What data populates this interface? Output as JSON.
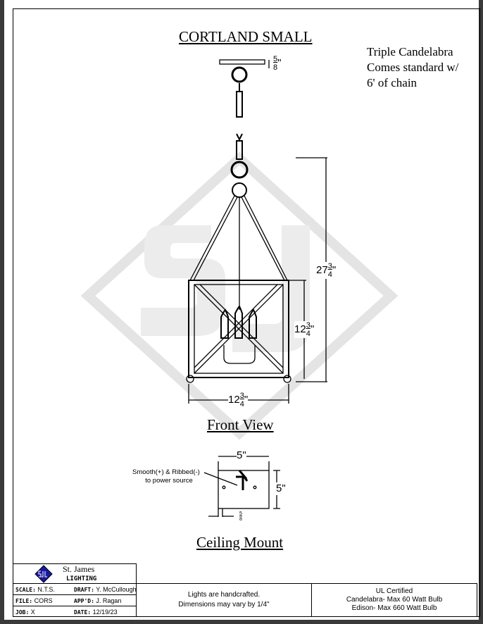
{
  "title": "CORTLAND SMALL",
  "notes": [
    "Triple Candelabra",
    "Comes standard w/",
    "6' of chain"
  ],
  "views": {
    "front": "Front View",
    "ceiling": "Ceiling Mount"
  },
  "dimensions": {
    "canopy_height": {
      "whole": "",
      "num": "5",
      "den": "8",
      "unit": "\""
    },
    "overall_height": {
      "whole": "27",
      "num": "3",
      "den": "4",
      "unit": "\""
    },
    "body_height": {
      "whole": "12",
      "num": "3",
      "den": "4",
      "unit": "\""
    },
    "body_width": {
      "whole": "12",
      "num": "3",
      "den": "4",
      "unit": "\""
    },
    "mount_width": "5\"",
    "mount_height": "5\"",
    "mount_offset": {
      "num": "5",
      "den": "8"
    }
  },
  "wiring_note": [
    "Smooth(+) & Ribbed(-)",
    "to power source"
  ],
  "title_block": {
    "company": "St. James",
    "company_sub": "LIGHTING",
    "logo_text": "SJL",
    "fields": [
      {
        "label": "SCALE:",
        "value": "N.T.S."
      },
      {
        "label": "DRAFT:",
        "value": "Y. McCullough"
      },
      {
        "label": "FILE:",
        "value": "CORS"
      },
      {
        "label": "APP'D:",
        "value": "J. Ragan"
      },
      {
        "label": "JOB:",
        "value": "X"
      },
      {
        "label": "DATE:",
        "value": "12/19/23"
      }
    ],
    "handcrafted": [
      "Lights are handcrafted.",
      "Dimensions may vary by 1/4\""
    ],
    "certification": [
      "UL Certified",
      "Candelabra- Max 60 Watt Bulb",
      "Edison- Max 660 Watt Bulb"
    ]
  },
  "colors": {
    "logo": "#1a1aa0",
    "watermark": "#e6e6e6"
  }
}
